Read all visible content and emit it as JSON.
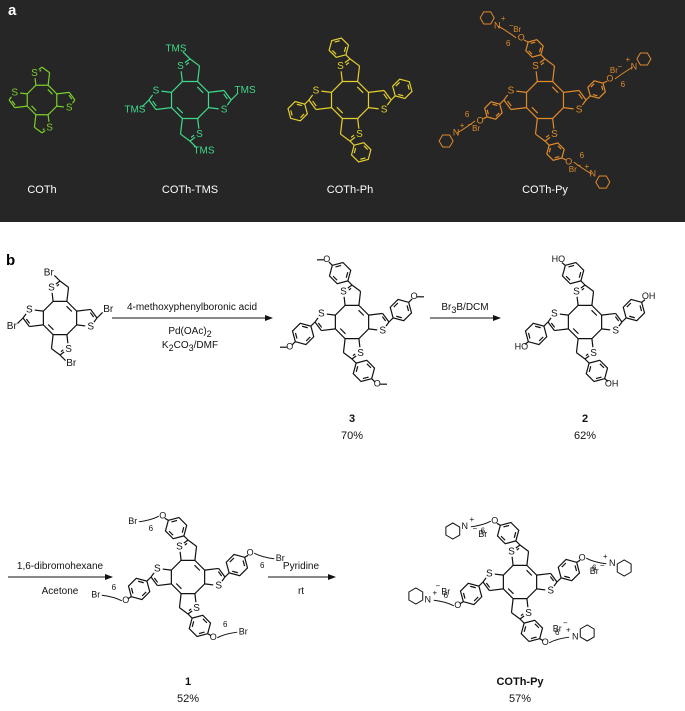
{
  "panel_a": {
    "letter": "a",
    "compounds": [
      {
        "label": "COTh",
        "color": "#7ccf2a"
      },
      {
        "label": "COTh-TMS",
        "color": "#3fd98a"
      },
      {
        "label": "COTh-Ph",
        "color": "#e3cf2e"
      },
      {
        "label": "COTh-Py",
        "color": "#e08a2b"
      }
    ],
    "atoms": {
      "s": "S",
      "tms": "TMS",
      "br": "Br",
      "o": "O",
      "n": "N",
      "six": "6",
      "plus": "+",
      "minus": "−"
    }
  },
  "panel_b": {
    "letter": "b",
    "step1": {
      "reagent": "4-methoxyphenylboronic acid",
      "cond1": "Pd(OAc)",
      "cond1_sub": "2",
      "cond2a": "K",
      "cond2_sub1": "2",
      "cond2b": "CO",
      "cond2_sub2": "3",
      "cond2c": "/DMF"
    },
    "step2": {
      "reagent_a": "Br",
      "reagent_sub": "3",
      "reagent_b": "B/DCM"
    },
    "step3": {
      "reagent": "1,6-dibromohexane",
      "solvent": "Acetone"
    },
    "step4": {
      "reagent": "Pyridine",
      "cond": "rt"
    },
    "compound3": {
      "number": "3",
      "yield": "70%"
    },
    "compound2": {
      "number": "2",
      "yield": "62%"
    },
    "compound1": {
      "number": "1",
      "yield": "52%"
    },
    "product": {
      "name": "COTh-Py",
      "yield": "57%"
    },
    "atoms": {
      "s": "S",
      "br": "Br",
      "o": "O",
      "ho": "HO",
      "oh": "OH",
      "n": "N",
      "six": "6",
      "plus": "+",
      "minus": "−"
    }
  }
}
